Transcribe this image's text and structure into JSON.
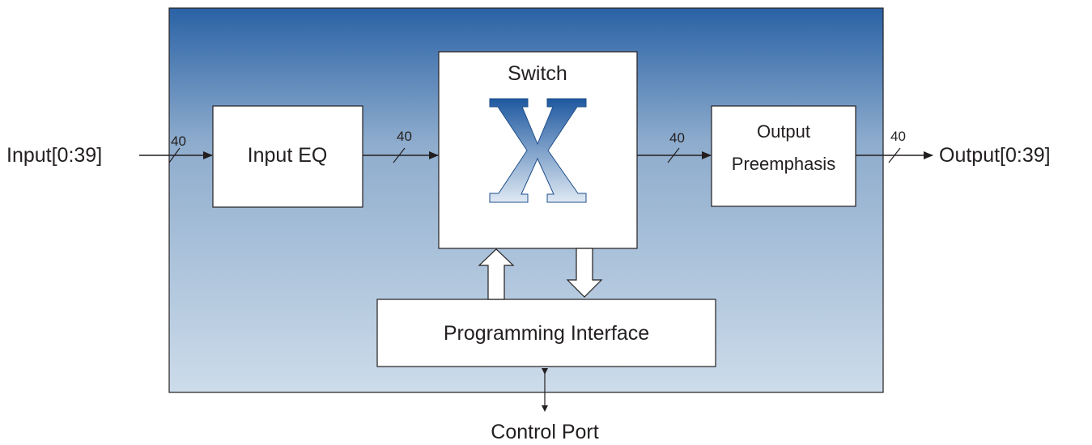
{
  "colors": {
    "chip_top": "#2a62a5",
    "chip_bottom": "#cddcea",
    "stroke": "#231f20",
    "x_dark": "#1e58a0",
    "x_light": "#dfe9f3"
  },
  "labels": {
    "input": "Input[0:39]",
    "output": "Output[0:39]",
    "control_port": "Control Port"
  },
  "blocks": {
    "input_eq": "Input EQ",
    "switch": "Switch",
    "output_line1": "Output",
    "output_line2": "Preemphasis",
    "programming_interface": "Programming Interface"
  },
  "bus_widths": {
    "input": "40",
    "eq_to_switch": "40",
    "switch_to_output": "40",
    "output": "40"
  },
  "icons": {
    "switch_symbol": "crossbar-x-icon",
    "control_arrow": "bidirectional-arrow-icon"
  }
}
